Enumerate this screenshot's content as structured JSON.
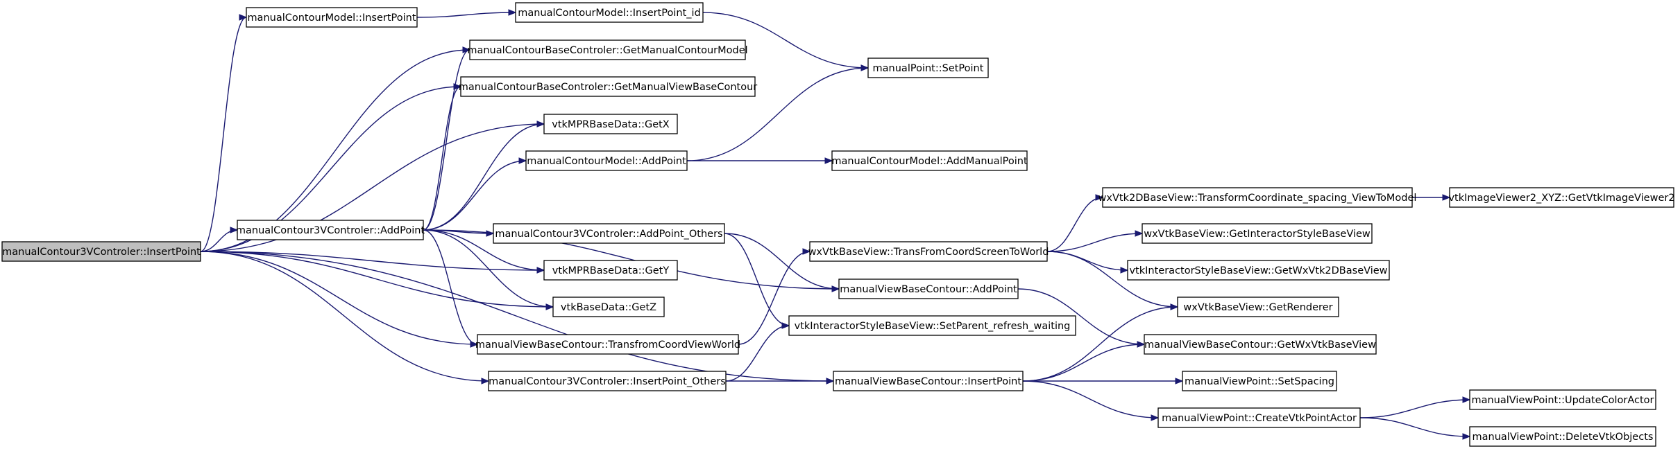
{
  "graph": {
    "nodes": [
      {
        "id": "root",
        "label": "manualContour3VControler::InsertPoint",
        "root": true
      },
      {
        "id": "n1",
        "label": "manualContourModel::InsertPoint"
      },
      {
        "id": "n2",
        "label": "manualContourModel::InsertPoint_id"
      },
      {
        "id": "n3",
        "label": "manualPoint::SetPoint"
      },
      {
        "id": "n4",
        "label": "manualContourBaseControler::GetManualContourModel"
      },
      {
        "id": "n5",
        "label": "manualContourBaseControler::GetManualViewBaseContour"
      },
      {
        "id": "n6",
        "label": "vtkMPRBaseData::GetX"
      },
      {
        "id": "n7",
        "label": "manualContourModel::AddPoint"
      },
      {
        "id": "n8",
        "label": "manualContourModel::AddManualPoint"
      },
      {
        "id": "n9",
        "label": "manualContour3VControler::AddPoint"
      },
      {
        "id": "n10",
        "label": "manualContour3VControler::AddPoint_Others"
      },
      {
        "id": "n11",
        "label": "vtkMPRBaseData::GetY"
      },
      {
        "id": "n12",
        "label": "vtkBaseData::GetZ"
      },
      {
        "id": "n13",
        "label": "manualViewBaseContour::TransfromCoordViewWorld"
      },
      {
        "id": "n14",
        "label": "manualContour3VControler::InsertPoint_Others"
      },
      {
        "id": "n15",
        "label": "wxVtkBaseView::TransFromCoordScreenToWorld"
      },
      {
        "id": "n16",
        "label": "manualViewBaseContour::AddPoint"
      },
      {
        "id": "n17",
        "label": "vtkInteractorStyleBaseView::SetParent_refresh_waiting"
      },
      {
        "id": "n18",
        "label": "manualViewBaseContour::InsertPoint"
      },
      {
        "id": "n19",
        "label": "wxVtk2DBaseView::TransformCoordinate_spacing_ViewToModel"
      },
      {
        "id": "n20",
        "label": "vtkImageViewer2_XYZ::GetVtkImageViewer2"
      },
      {
        "id": "n21",
        "label": "wxVtkBaseView::GetInteractorStyleBaseView"
      },
      {
        "id": "n22",
        "label": "vtkInteractorStyleBaseView::GetWxVtk2DBaseView"
      },
      {
        "id": "n23",
        "label": "wxVtkBaseView::GetRenderer"
      },
      {
        "id": "n24",
        "label": "manualViewBaseContour::GetWxVtkBaseView"
      },
      {
        "id": "n25",
        "label": "manualViewPoint::SetSpacing"
      },
      {
        "id": "n26",
        "label": "manualViewPoint::CreateVtkPointActor"
      },
      {
        "id": "n27",
        "label": "manualViewPoint::UpdateColorActor"
      },
      {
        "id": "n28",
        "label": "manualViewPoint::DeleteVtkObjects"
      }
    ],
    "edges": [
      {
        "from": "root",
        "to": "n1"
      },
      {
        "from": "root",
        "to": "n4"
      },
      {
        "from": "root",
        "to": "n5"
      },
      {
        "from": "root",
        "to": "n6"
      },
      {
        "from": "root",
        "to": "n9"
      },
      {
        "from": "root",
        "to": "n11"
      },
      {
        "from": "root",
        "to": "n12"
      },
      {
        "from": "root",
        "to": "n13"
      },
      {
        "from": "root",
        "to": "n14"
      },
      {
        "from": "root",
        "to": "n18"
      },
      {
        "from": "n1",
        "to": "n2"
      },
      {
        "from": "n2",
        "to": "n3"
      },
      {
        "from": "n7",
        "to": "n3"
      },
      {
        "from": "n7",
        "to": "n8"
      },
      {
        "from": "n9",
        "to": "n4"
      },
      {
        "from": "n9",
        "to": "n5"
      },
      {
        "from": "n9",
        "to": "n6"
      },
      {
        "from": "n9",
        "to": "n7"
      },
      {
        "from": "n9",
        "to": "n10"
      },
      {
        "from": "n9",
        "to": "n11"
      },
      {
        "from": "n9",
        "to": "n12"
      },
      {
        "from": "n9",
        "to": "n13"
      },
      {
        "from": "n9",
        "to": "n16"
      },
      {
        "from": "n10",
        "to": "n16"
      },
      {
        "from": "n10",
        "to": "n17"
      },
      {
        "from": "n13",
        "to": "n15"
      },
      {
        "from": "n14",
        "to": "n17"
      },
      {
        "from": "n14",
        "to": "n18"
      },
      {
        "from": "n15",
        "to": "n19"
      },
      {
        "from": "n15",
        "to": "n21"
      },
      {
        "from": "n15",
        "to": "n22"
      },
      {
        "from": "n15",
        "to": "n23"
      },
      {
        "from": "n16",
        "to": "n24"
      },
      {
        "from": "n18",
        "to": "n23"
      },
      {
        "from": "n18",
        "to": "n24"
      },
      {
        "from": "n18",
        "to": "n25"
      },
      {
        "from": "n18",
        "to": "n26"
      },
      {
        "from": "n19",
        "to": "n20"
      },
      {
        "from": "n26",
        "to": "n27"
      },
      {
        "from": "n26",
        "to": "n28"
      }
    ]
  }
}
